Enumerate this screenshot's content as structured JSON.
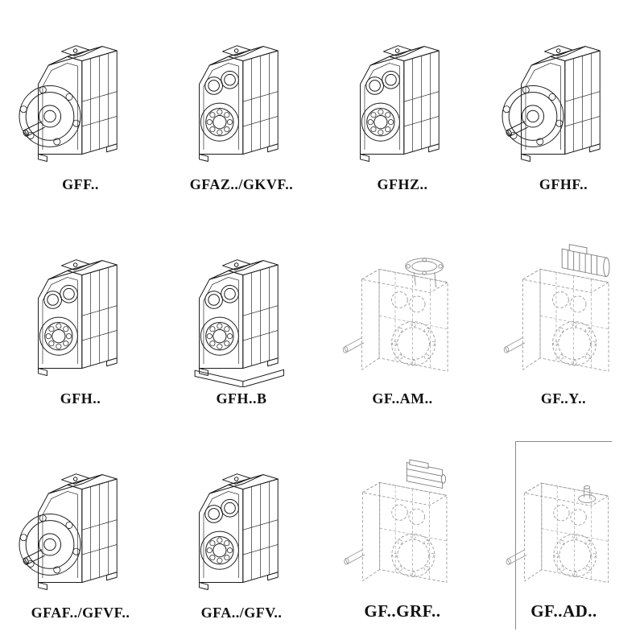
{
  "page": {
    "background": "#ffffff",
    "line_color_solid": "#1b1b1b",
    "line_color_ghost": "#9b9b9b"
  },
  "grid": {
    "items": [
      {
        "label": "GFF..",
        "symbol": "#g-flange",
        "drawing_icon": "gearbox-flange-output-icon"
      },
      {
        "label": "GFAZ../GKVF..",
        "symbol": "#g-bores",
        "drawing_icon": "gearbox-hollow-shaft-icon"
      },
      {
        "label": "GFHZ..",
        "symbol": "#g-bores",
        "drawing_icon": "gearbox-hollow-shaft-icon"
      },
      {
        "label": "GFHF..",
        "symbol": "#g-flange",
        "drawing_icon": "gearbox-flange-output-icon"
      },
      {
        "label": "GFH..",
        "symbol": "#g-bores",
        "drawing_icon": "gearbox-hollow-shaft-icon"
      },
      {
        "label": "GFH..B",
        "symbol": "#g-bores-base",
        "drawing_icon": "gearbox-foot-mounted-icon"
      },
      {
        "label": "GF..AM..",
        "symbol": "#g-am",
        "drawing_icon": "gearbox-motor-adapter-icon"
      },
      {
        "label": "GF..Y..",
        "symbol": "#g-y",
        "drawing_icon": "gearbox-with-motor-icon"
      },
      {
        "label": "GFAF../GFVF..",
        "symbol": "#g-flange",
        "drawing_icon": "gearbox-flange-output-icon"
      },
      {
        "label": "GFA../GFV..",
        "symbol": "#g-bores",
        "drawing_icon": "gearbox-hollow-shaft-icon"
      },
      {
        "label": "GF..GRF..",
        "symbol": "#g-grf",
        "drawing_icon": "gearbox-gear-adapter-icon"
      },
      {
        "label": "GF..AD..",
        "symbol": "#g-ad",
        "drawing_icon": "gearbox-input-shaft-icon"
      }
    ]
  }
}
